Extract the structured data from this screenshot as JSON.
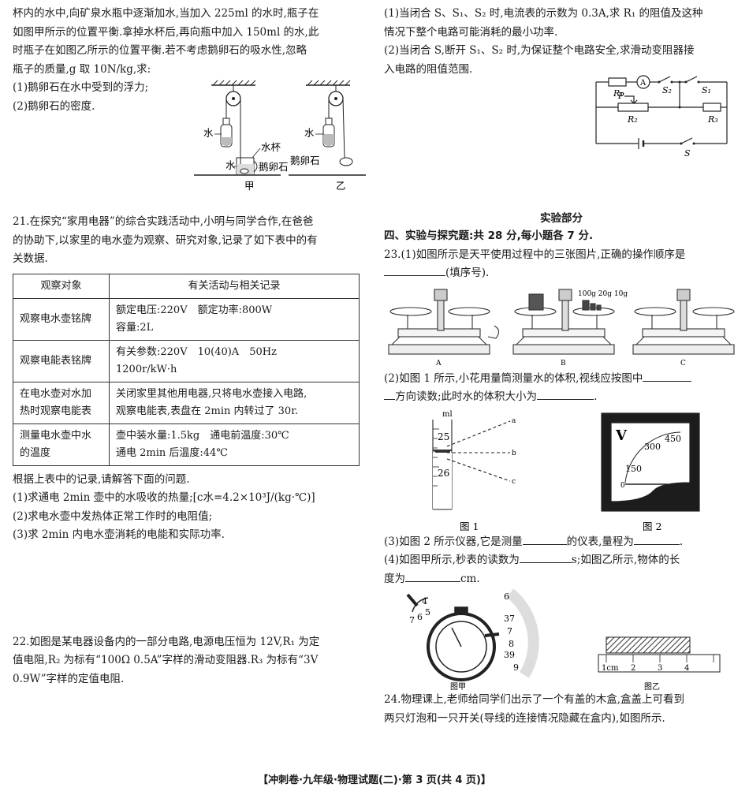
{
  "q20": {
    "lines": [
      "杯内的水中,向矿泉水瓶中逐渐加水,当加入 225ml 的水时,瓶子在",
      "如图甲所示的位置平衡.拿掉水杯后,再向瓶中加入 150ml 的水,此",
      "时瓶子在如图乙所示的位置平衡.若不考虑鹅卵石的吸水性,忽略",
      "瓶子的质量,g 取 10N/kg,求:"
    ],
    "sub1": "(1)鹅卵石在水中受到的浮力;",
    "sub2": "(2)鹅卵石的密度.",
    "fig": {
      "water": "水",
      "cup": "水杯",
      "stone": "鹅卵石",
      "cap_a": "甲",
      "cap_b": "乙"
    }
  },
  "q21": {
    "lines": [
      "21.在探究“家用电器”的综合实践活动中,小明与同学合作,在爸爸",
      "的协助下,以家里的电水壶为观察、研究对象,记录了如下表中的有",
      "关数据."
    ],
    "table": {
      "headers": [
        "观察对象",
        "有关活动与相关记录"
      ],
      "rows": [
        {
          "obj": [
            "观察电水壶铭牌"
          ],
          "rec": [
            "额定电压:220V　额定功率:800W",
            "容量:2L"
          ]
        },
        {
          "obj": [
            "观察电能表铭牌"
          ],
          "rec": [
            "有关参数:220V　10(40)A　50Hz",
            "1200r/kW·h"
          ]
        },
        {
          "obj": [
            "在电水壶对水加",
            "热时观察电能表"
          ],
          "rec": [
            "关闭家里其他用电器,只将电水壶接入电路,",
            "观察电能表,表盘在 2min 内转过了 30r."
          ]
        },
        {
          "obj": [
            "测量电水壶中水",
            "的温度"
          ],
          "rec": [
            "壶中装水量:1.5kg　通电前温度:30℃",
            "通电 2min 后温度:44℃"
          ]
        }
      ]
    },
    "after": "根据上表中的记录,请解答下面的问题.",
    "sub1": "(1)求通电 2min 壶中的水吸收的热量;[c水=4.2×10³J/(kg·℃)]",
    "sub2": "(2)求电水壶中发热体正常工作时的电阻值;",
    "sub3": "(3)求 2min 内电水壶消耗的电能和实际功率."
  },
  "q22": {
    "lines": [
      "22.如图是某电器设备内的一部分电路,电源电压恒为 12V,R₁ 为定",
      "值电阻,R₂ 为标有“100Ω 0.5A”字样的滑动变阻器.R₃ 为标有“3V",
      "0.9W”字样的定值电阻."
    ],
    "right_lines": [
      "(1)当闭合 S、S₁、S₂ 时,电流表的示数为 0.3A,求 R₁ 的阻值及这种",
      "情况下整个电路可能消耗的最小功率.",
      "(2)当闭合 S,断开 S₁、S₂ 时,为保证整个电路安全,求滑动变阻器接",
      "入电路的阻值范围."
    ],
    "circuit": {
      "r1": "R₁",
      "r2": "R₂",
      "r3": "R₃",
      "ammeter": "A",
      "s": "S",
      "s1": "S₁",
      "s2": "S₂",
      "p": "P"
    }
  },
  "experiment": {
    "part_title": "实验部分",
    "section_title": "四、实验与探究题:共 28 分,每小题各 7 分.",
    "q23_1a": "23.(1)如图所示是天平使用过程中的三张图片,正确的操作顺序是",
    "q23_1b": "(填序号).",
    "balance": {
      "a": "A",
      "b": "B",
      "c": "C",
      "weights": "100g 20g 10g"
    },
    "q23_2a": "(2)如图 1 所示,小花用量筒测量水的体积,视线应按图中",
    "q23_2b": "方向读数;此时水的体积大小为",
    "cylinder": {
      "unit": "ml",
      "t25": "25",
      "t26": "26",
      "a": "a",
      "b": "b",
      "c": "c"
    },
    "meter": {
      "v": "V",
      "t450": "450",
      "t300": "300",
      "t150": "150",
      "t0": "0"
    },
    "fig1": "图 1",
    "fig2": "图 2",
    "q23_3a": "(3)如图 2 所示仪器,它是测量",
    "q23_3b": "的仪表,量程为",
    "q23_4a": "(4)如图甲所示,秒表的读数为",
    "q23_4b": "s;如图乙所示,物体的长",
    "q23_4c": "度为",
    "q23_4d": "cm.",
    "watch": {
      "n4": "4",
      "n5": "5",
      "n6": "6",
      "n7": "7",
      "d6": "6",
      "d37": "37",
      "d7": "7",
      "d8": "8",
      "d39": "39",
      "d9": "9"
    },
    "ruler": {
      "cm": "1cm",
      "n2": "2",
      "n3": "3",
      "n4": "4"
    },
    "fig_a": "图甲",
    "fig_b": "图乙",
    "q24_1": "24.物理课上,老师给同学们出示了一个有盖的木盒,盒盖上可看到",
    "q24_2": "两只灯泡和一只开关(导线的连接情况隐藏在盒内),如图所示."
  },
  "footer": "【冲刺卷·九年级·物理试题(二)·第 3 页(共 4 页)】"
}
